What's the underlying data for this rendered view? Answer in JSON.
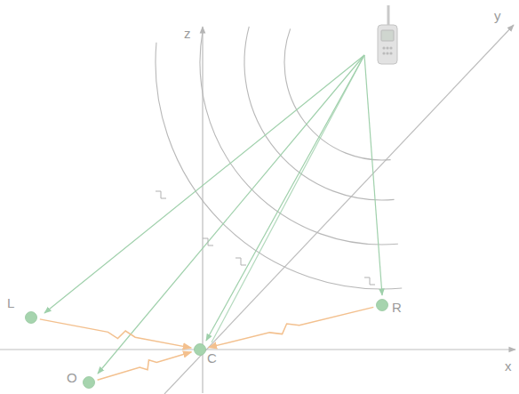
{
  "diagram": {
    "nodes": [
      {
        "text": [
          "L"
        ]
      },
      {
        "text": [
          "R"
        ]
      },
      {
        "text": [
          "C"
        ]
      },
      {
        "text": [
          "O"
        ]
      }
    ],
    "edges": [
      {
        "from": 0,
        "to": 2,
        "arrow": "to"
      },
      {
        "from": 1,
        "to": 2,
        "arrow": "to"
      },
      {
        "from": 3,
        "to": 2,
        "arrow": "to"
      }
    ],
    "labels": [
      "z",
      "y",
      "x"
    ]
  }
}
